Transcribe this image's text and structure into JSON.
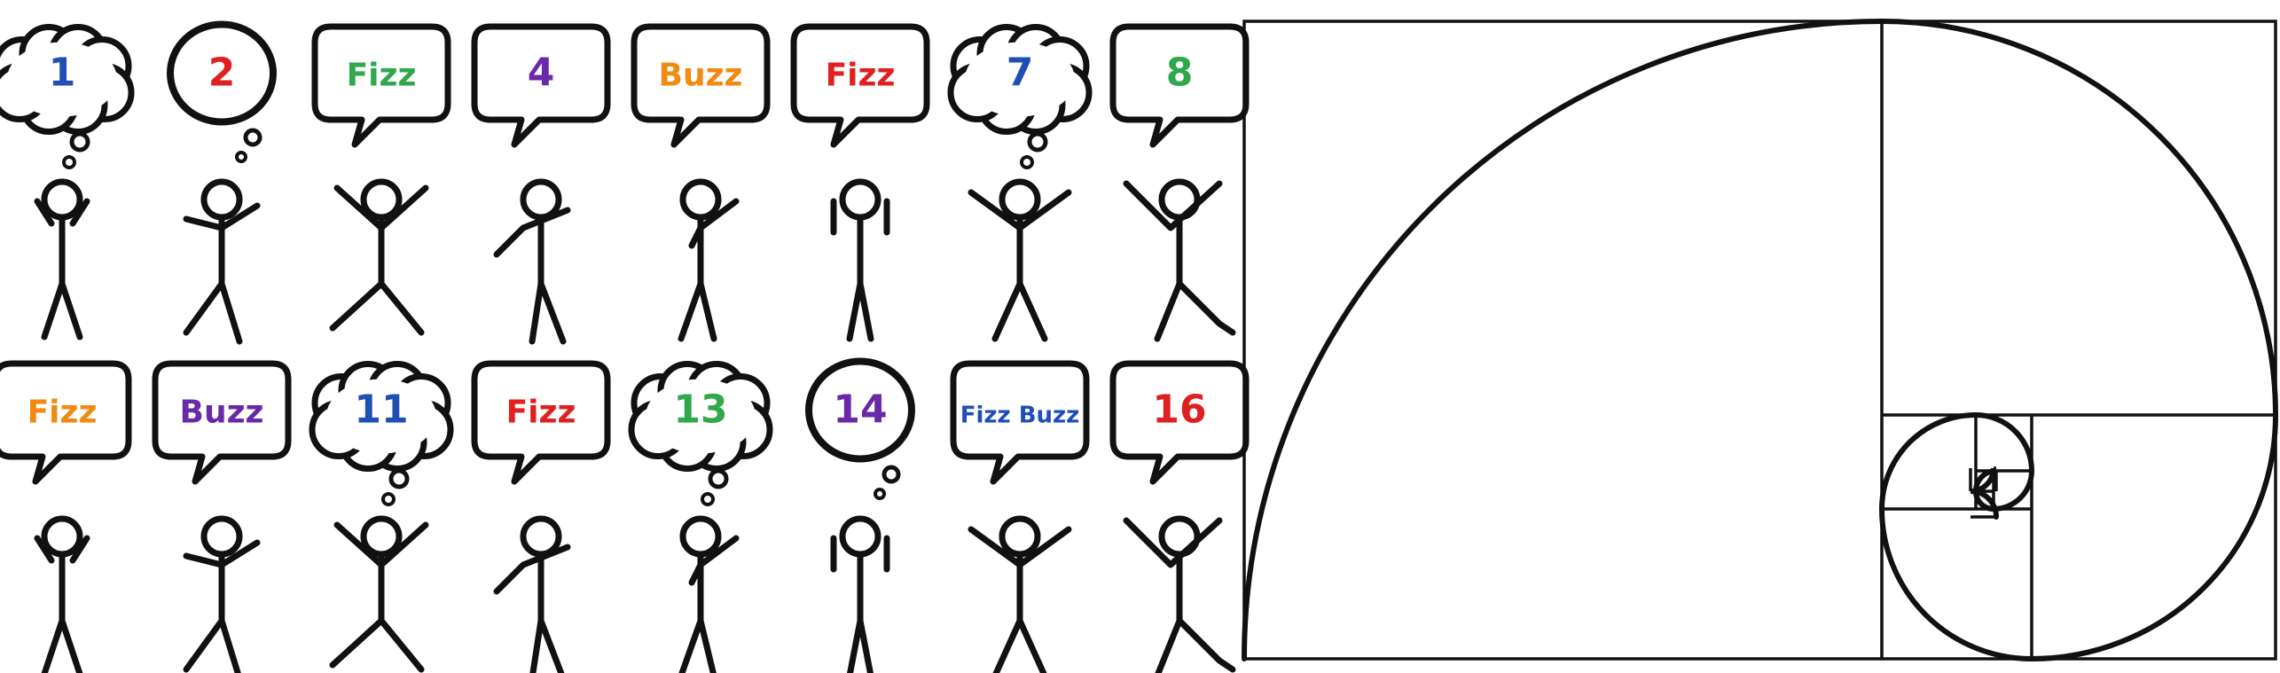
{
  "fizzbuzz": {
    "row1": [
      {
        "text": "1",
        "color": "#1f4fb5",
        "bubble": "thought"
      },
      {
        "text": "2",
        "color": "#e02020",
        "bubble": "round-thought"
      },
      {
        "text": "Fizz",
        "color": "#2ea84a",
        "bubble": "speech"
      },
      {
        "text": "4",
        "color": "#6a2aa8",
        "bubble": "speech"
      },
      {
        "text": "Buzz",
        "color": "#f08a12",
        "bubble": "speech"
      },
      {
        "text": "Fizz",
        "color": "#e02020",
        "bubble": "speech"
      },
      {
        "text": "7",
        "color": "#1f4fb5",
        "bubble": "thought"
      },
      {
        "text": "8",
        "color": "#2ea84a",
        "bubble": "speech"
      }
    ],
    "row2": [
      {
        "text": "Fizz",
        "color": "#f08a12",
        "bubble": "speech"
      },
      {
        "text": "Buzz",
        "color": "#6a2aa8",
        "bubble": "speech"
      },
      {
        "text": "11",
        "color": "#1f4fb5",
        "bubble": "thought"
      },
      {
        "text": "Fizz",
        "color": "#e02020",
        "bubble": "speech"
      },
      {
        "text": "13",
        "color": "#2ea84a",
        "bubble": "thought"
      },
      {
        "text": "14",
        "color": "#6a2aa8",
        "bubble": "round-thought"
      },
      {
        "text": "Fizz Buzz",
        "color": "#1f4fb5",
        "bubble": "speech"
      },
      {
        "text": "16",
        "color": "#e02020",
        "bubble": "speech"
      }
    ]
  },
  "spiral": {
    "stroke_color": "#111111"
  }
}
